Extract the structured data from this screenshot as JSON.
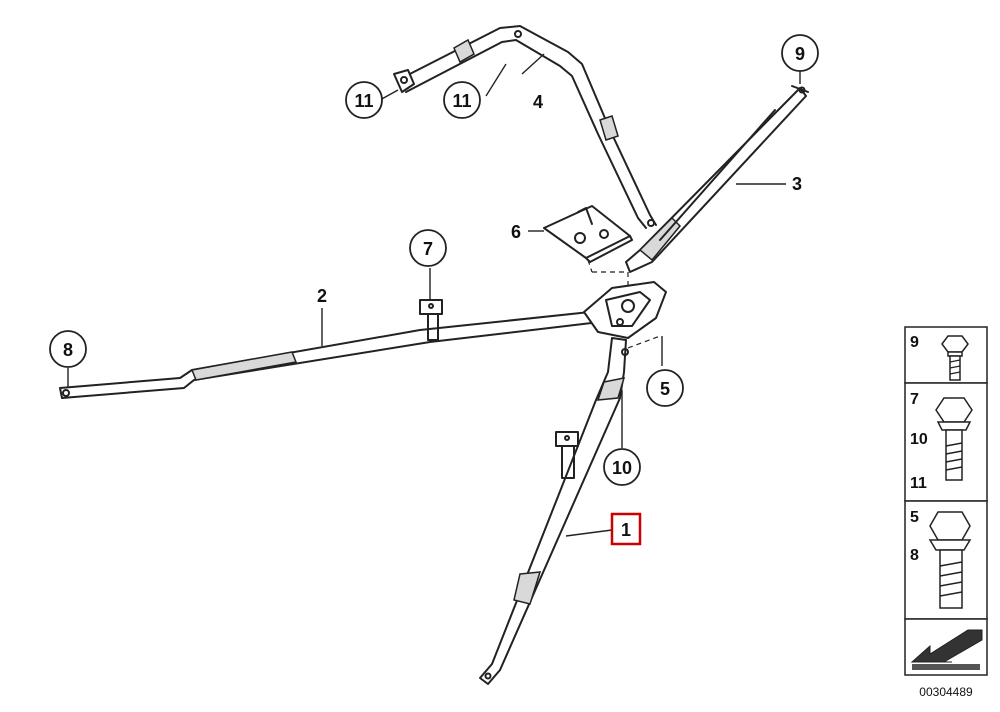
{
  "diagram": {
    "callouts": [
      {
        "id": "c1",
        "label": "1",
        "highlight": true
      },
      {
        "id": "c2",
        "label": "2"
      },
      {
        "id": "c3",
        "label": "3"
      },
      {
        "id": "c4",
        "label": "4"
      },
      {
        "id": "c5",
        "label": "5"
      },
      {
        "id": "c6",
        "label": "6"
      },
      {
        "id": "c7",
        "label": "7"
      },
      {
        "id": "c8",
        "label": "8"
      },
      {
        "id": "c9",
        "label": "9"
      },
      {
        "id": "c10",
        "label": "10"
      },
      {
        "id": "c11a",
        "label": "11"
      },
      {
        "id": "c11b",
        "label": "11"
      }
    ],
    "legend": [
      {
        "labels": [
          "9"
        ]
      },
      {
        "labels": [
          "7",
          "10",
          "11"
        ]
      },
      {
        "labels": [
          "5",
          "8"
        ]
      }
    ],
    "diagram_number": "00304489",
    "highlight_color": "#cc0000"
  }
}
